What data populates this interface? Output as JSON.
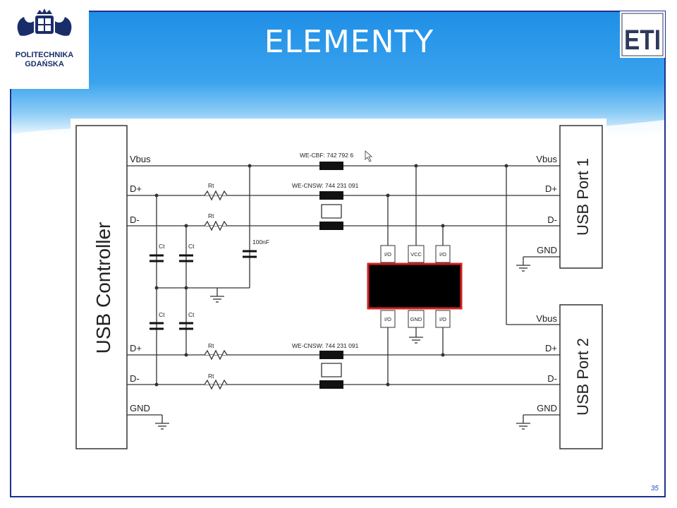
{
  "slide": {
    "title": "ELEMENTY",
    "page_number": "35",
    "logo": {
      "line1": "POLITECHNIKA",
      "line2": "GDAŃSKA"
    },
    "faculty_logo": {
      "text": "ETI"
    },
    "colors": {
      "header_blue": "#2b97ea",
      "frame": "#1f2f8f",
      "title": "#ffffff",
      "ic_border": "#d62020"
    }
  },
  "diagram": {
    "controller": {
      "label": "USB Controller"
    },
    "port1": {
      "label": "USB Port 1",
      "vbus": "Vbus",
      "dplus": "D+",
      "dminus": "D-",
      "gnd": "GND"
    },
    "port2": {
      "label": "USB Port 2",
      "vbus": "Vbus",
      "dplus": "D+",
      "dminus": "D-",
      "gnd": "GND"
    },
    "left": {
      "vbus": "Vbus",
      "dplus1": "D+",
      "dminus1": "D-",
      "dplus2": "D+",
      "dminus2": "D-",
      "gnd": "GND"
    },
    "components": {
      "ferrite": "WE-CBF: 742 792 6",
      "choke1": "WE-CNSW: 744 231 091",
      "choke2": "WE-CNSW: 744 231 091",
      "rt": "Rt",
      "ct": "Ct",
      "cap": "100nF"
    },
    "tvs": {
      "top_pins": [
        "I/O",
        "VCC",
        "I/O"
      ],
      "bottom_pins": [
        "I/O",
        "GND",
        "I/O"
      ]
    }
  }
}
